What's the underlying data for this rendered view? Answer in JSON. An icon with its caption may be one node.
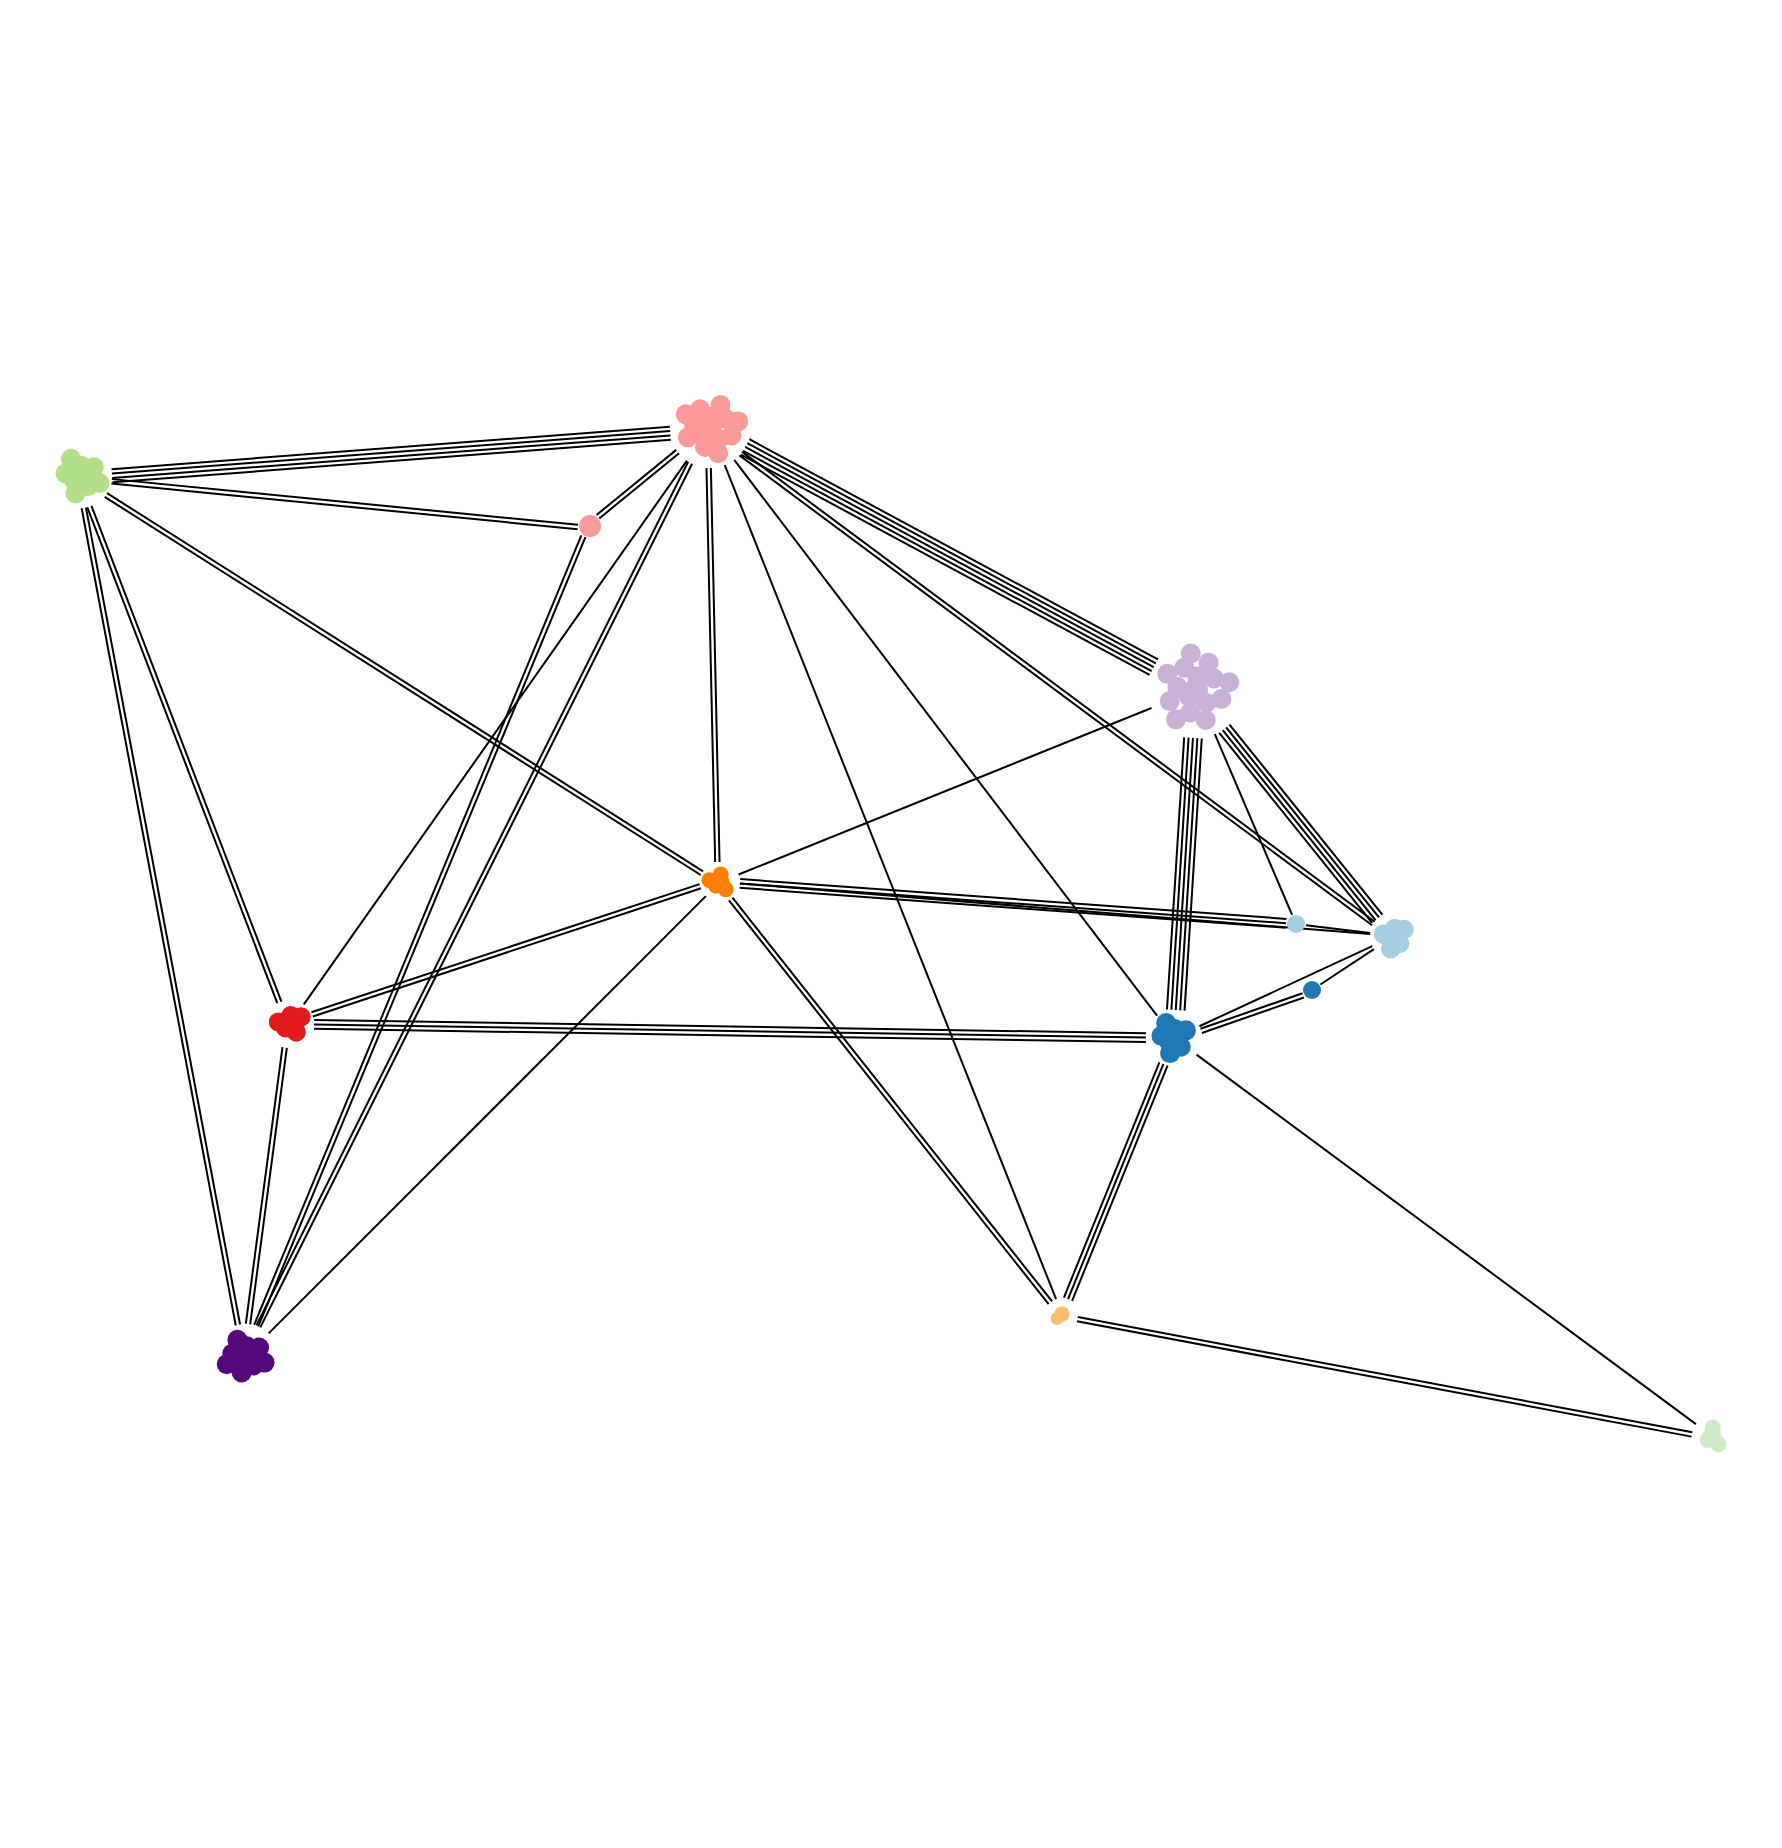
{
  "diagram": {
    "nodes": [
      {
        "text": [],
        "shape": "circle"
      },
      {
        "text": [],
        "shape": "circle"
      },
      {
        "text": [],
        "shape": "circle"
      },
      {
        "text": [],
        "shape": "circle"
      },
      {
        "text": [],
        "shape": "circle"
      },
      {
        "text": [],
        "shape": "circle"
      },
      {
        "text": [],
        "shape": "circle"
      },
      {
        "text": [],
        "shape": "circle"
      },
      {
        "text": [],
        "shape": "circle"
      },
      {
        "text": [],
        "shape": "circle"
      },
      {
        "text": [],
        "shape": "circle"
      },
      {
        "text": [],
        "shape": "circle"
      },
      {
        "text": [],
        "shape": "circle"
      }
    ],
    "edges": [
      {
        "from": 0,
        "to": 1,
        "arrow": "none"
      },
      {
        "from": 0,
        "to": 1,
        "arrow": "none"
      },
      {
        "from": 0,
        "to": 1,
        "arrow": "none"
      },
      {
        "from": 0,
        "to": 1,
        "arrow": "none"
      },
      {
        "from": 0,
        "to": 2,
        "arrow": "none"
      },
      {
        "from": 0,
        "to": 2,
        "arrow": "none"
      },
      {
        "from": 0,
        "to": 4,
        "arrow": "none"
      },
      {
        "from": 0,
        "to": 4,
        "arrow": "none"
      },
      {
        "from": 0,
        "to": 7,
        "arrow": "none"
      },
      {
        "from": 0,
        "to": 7,
        "arrow": "none"
      },
      {
        "from": 0,
        "to": 10,
        "arrow": "none"
      },
      {
        "from": 0,
        "to": 10,
        "arrow": "none"
      },
      {
        "from": 1,
        "to": 2,
        "arrow": "none"
      },
      {
        "from": 1,
        "to": 2,
        "arrow": "none"
      },
      {
        "from": 1,
        "to": 3,
        "arrow": "none"
      },
      {
        "from": 1,
        "to": 3,
        "arrow": "none"
      },
      {
        "from": 1,
        "to": 3,
        "arrow": "none"
      },
      {
        "from": 1,
        "to": 3,
        "arrow": "none"
      },
      {
        "from": 1,
        "to": 3,
        "arrow": "none"
      },
      {
        "from": 1,
        "to": 4,
        "arrow": "none"
      },
      {
        "from": 1,
        "to": 4,
        "arrow": "none"
      },
      {
        "from": 1,
        "to": 7,
        "arrow": "none"
      },
      {
        "from": 1,
        "to": 10,
        "arrow": "none"
      },
      {
        "from": 1,
        "to": 10,
        "arrow": "none"
      },
      {
        "from": 1,
        "to": 11,
        "arrow": "none"
      },
      {
        "from": 1,
        "to": 6,
        "arrow": "none"
      },
      {
        "from": 1,
        "to": 6,
        "arrow": "none"
      },
      {
        "from": 1,
        "to": 9,
        "arrow": "none"
      },
      {
        "from": 2,
        "to": 10,
        "arrow": "none"
      },
      {
        "from": 2,
        "to": 10,
        "arrow": "none"
      },
      {
        "from": 3,
        "to": 4,
        "arrow": "none"
      },
      {
        "from": 3,
        "to": 6,
        "arrow": "none"
      },
      {
        "from": 3,
        "to": 6,
        "arrow": "none"
      },
      {
        "from": 3,
        "to": 6,
        "arrow": "none"
      },
      {
        "from": 3,
        "to": 6,
        "arrow": "none"
      },
      {
        "from": 3,
        "to": 9,
        "arrow": "none"
      },
      {
        "from": 3,
        "to": 9,
        "arrow": "none"
      },
      {
        "from": 3,
        "to": 9,
        "arrow": "none"
      },
      {
        "from": 3,
        "to": 9,
        "arrow": "none"
      },
      {
        "from": 3,
        "to": 9,
        "arrow": "none"
      },
      {
        "from": 3,
        "to": 5,
        "arrow": "none"
      },
      {
        "from": 4,
        "to": 5,
        "arrow": "none"
      },
      {
        "from": 4,
        "to": 5,
        "arrow": "none"
      },
      {
        "from": 4,
        "to": 5,
        "arrow": "none"
      },
      {
        "from": 4,
        "to": 7,
        "arrow": "none"
      },
      {
        "from": 4,
        "to": 7,
        "arrow": "none"
      },
      {
        "from": 4,
        "to": 10,
        "arrow": "none"
      },
      {
        "from": 4,
        "to": 11,
        "arrow": "none"
      },
      {
        "from": 4,
        "to": 11,
        "arrow": "none"
      },
      {
        "from": 4,
        "to": 6,
        "arrow": "none"
      },
      {
        "from": 7,
        "to": 9,
        "arrow": "none"
      },
      {
        "from": 7,
        "to": 9,
        "arrow": "none"
      },
      {
        "from": 7,
        "to": 9,
        "arrow": "none"
      },
      {
        "from": 7,
        "to": 10,
        "arrow": "none"
      },
      {
        "from": 7,
        "to": 10,
        "arrow": "none"
      },
      {
        "from": 9,
        "to": 8,
        "arrow": "none"
      },
      {
        "from": 9,
        "to": 8,
        "arrow": "none"
      },
      {
        "from": 8,
        "to": 6,
        "arrow": "none"
      },
      {
        "from": 9,
        "to": 6,
        "arrow": "none"
      },
      {
        "from": 9,
        "to": 11,
        "arrow": "none"
      },
      {
        "from": 9,
        "to": 11,
        "arrow": "none"
      },
      {
        "from": 9,
        "to": 11,
        "arrow": "none"
      },
      {
        "from": 9,
        "to": 12,
        "arrow": "none"
      },
      {
        "from": 11,
        "to": 12,
        "arrow": "none"
      },
      {
        "from": 11,
        "to": 12,
        "arrow": "none"
      },
      {
        "from": 5,
        "to": 6,
        "arrow": "none"
      }
    ]
  }
}
